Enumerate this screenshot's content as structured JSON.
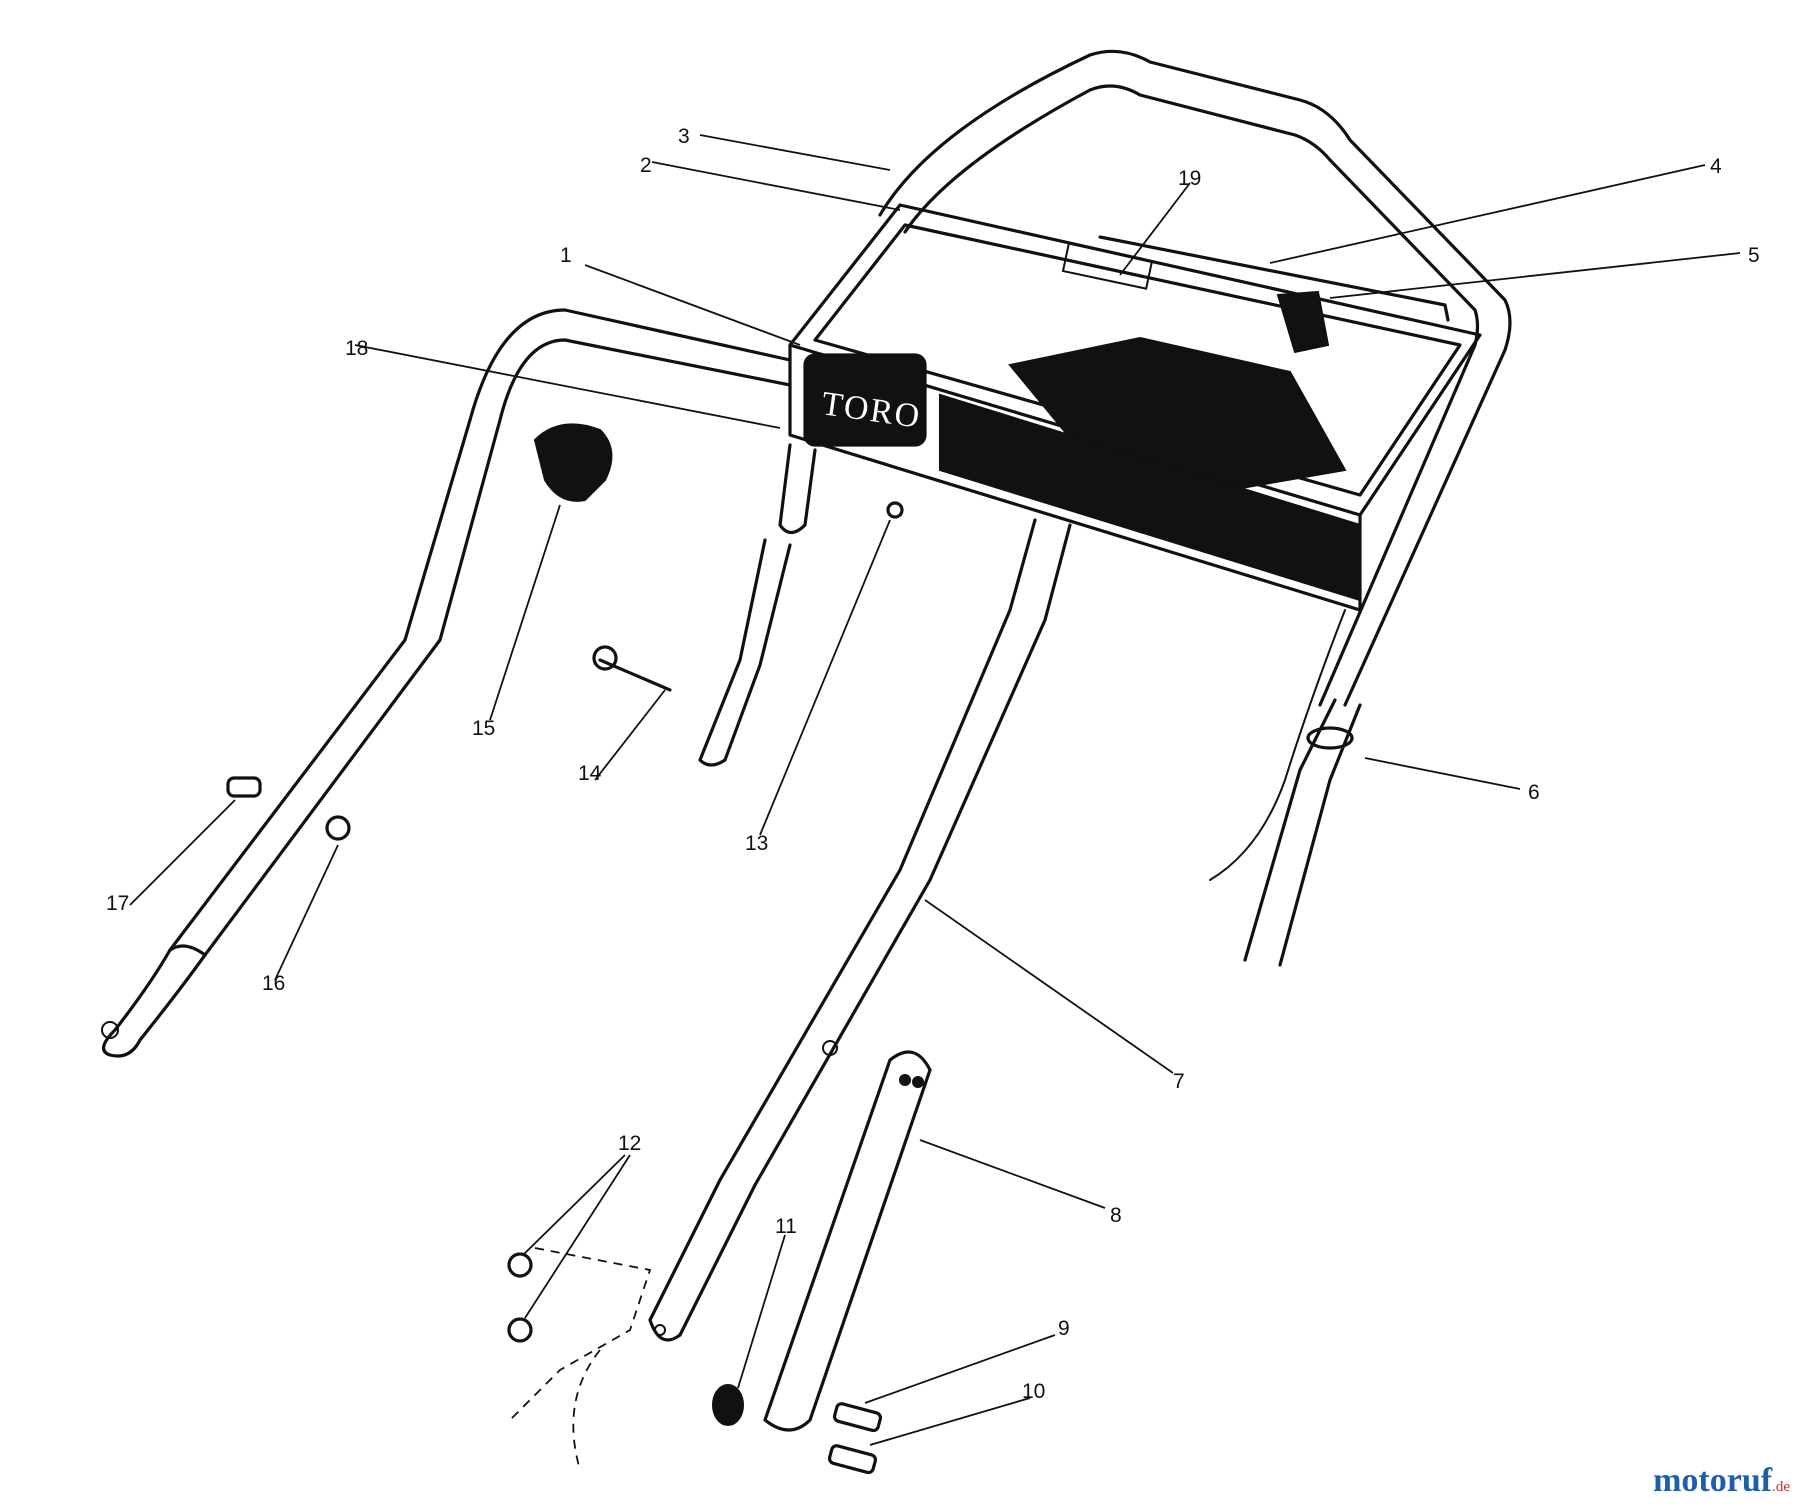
{
  "brand_label": "TORO",
  "watermark": {
    "text": "motoruf",
    "suffix": ".de"
  },
  "callouts": [
    "1",
    "2",
    "3",
    "4",
    "5",
    "6",
    "7",
    "8",
    "9",
    "10",
    "11",
    "12",
    "13",
    "14",
    "15",
    "16",
    "17",
    "18",
    "19"
  ],
  "colors": {
    "line": "#111111",
    "watermark_blue": "#1f5fa8",
    "watermark_red": "#c8302c"
  }
}
